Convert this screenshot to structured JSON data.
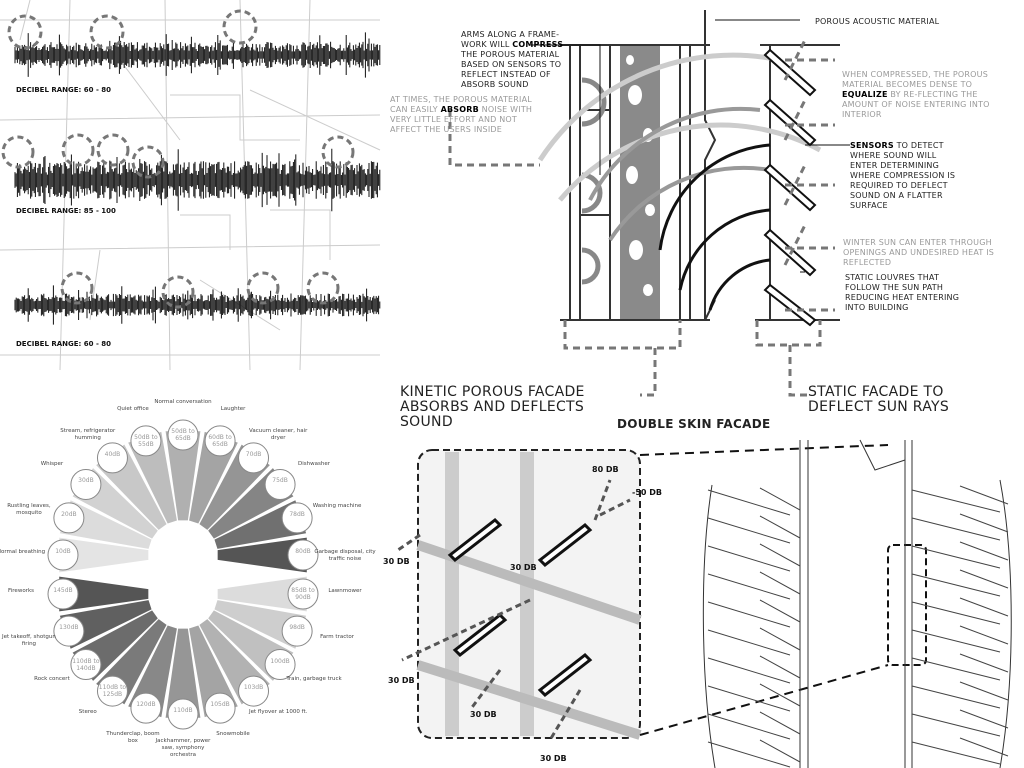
{
  "waveforms": {
    "labels": [
      "DECIBEL RANGE: 60 - 80",
      "DECIBEL RANGE: 85 - 100",
      "DECIBEL RANGE: 60 - 80"
    ]
  },
  "section": {
    "top_label": "POROUS ACOUSTIC MATERIAL",
    "arms_note": {
      "pre": "ARMS ALONG A FRAME-WORK WILL",
      "bold": "COMPRESS",
      "post": "THE POROUS MATERIAL BASED ON SENSORS TO REFLECT INSTEAD OF ABSORB SOUND"
    },
    "absorb_note": {
      "pre": "AT TIMES, THE POROUS MATERIAL CAN EASILY",
      "bold": "ABSORB",
      "post": "NOISE WITH VERY LITTLE EFFORT AND NOT AFFECT THE USERS INSIDE"
    },
    "compressed_note": {
      "pre": "WHEN COMPRESSED, THE POROUS MATERIAL BECOMES DENSE TO",
      "bold": "EQUALIZE",
      "post": "BY RE-FLECTING THE AMOUNT OF NOISE ENTERING INTO INTERIOR"
    },
    "sensors_note": {
      "bold": "SENSORS",
      "post": "TO DETECT WHERE SOUND WILL ENTER DETERMINING WHERE COMPRESSION IS REQUIRED TO DEFLECT SOUND ON A FLATTER SURFACE"
    },
    "winter_note": "WINTER SUN CAN ENTER THROUGH OPENINGS AND UNDESIRED HEAT IS REFLECTED",
    "louvres_note": "STATIC LOUVRES THAT FOLLOW THE SUN PATH REDUCING HEAT ENTERING INTO BUILDING",
    "kinetic_caption": "KINETIC POROUS FACADE ABSORBS AND DEFLECTS SOUND",
    "static_caption": "STATIC FACADE TO DEFLECT SUN RAYS",
    "title": "DOUBLE SKIN FACADE"
  },
  "decibel_chart": {
    "quiet": [
      {
        "value": "10dB",
        "label": "Normal breathing"
      },
      {
        "value": "20dB",
        "label": "Rustling leaves, mosquito"
      },
      {
        "value": "30dB",
        "label": "Whisper"
      },
      {
        "value": "40dB",
        "label": "Stream, refrigerator humming"
      },
      {
        "value": "50dB to 55dB",
        "label": "Quiet office"
      },
      {
        "value": "50dB to 65dB",
        "label": "Normal conversation"
      },
      {
        "value": "60dB to 65dB",
        "label": "Laughter"
      },
      {
        "value": "70dB",
        "label": "Vacuum cleaner, hair dryer"
      },
      {
        "value": "75dB",
        "label": "Dishwasher"
      },
      {
        "value": "78dB",
        "label": "Washing machine"
      },
      {
        "value": "80dB",
        "label": "Garbage disposal, city traffic noise"
      }
    ],
    "loud": [
      {
        "value": "145dB",
        "label": "Fireworks"
      },
      {
        "value": "130dB",
        "label": "Jet takeoff, shotgun firing"
      },
      {
        "value": "110dB to 140dB",
        "label": "Rock concert"
      },
      {
        "value": "110dB to 125dB",
        "label": "Stereo"
      },
      {
        "value": "120dB",
        "label": "Thunderclap, boom box"
      },
      {
        "value": "110dB",
        "label": "Jackhammer, power saw, symphony orchestra"
      },
      {
        "value": "105dB",
        "label": "Snowmobile"
      },
      {
        "value": "103dB",
        "label": "Jet flyover at 1000 ft."
      },
      {
        "value": "100dB",
        "label": "Train, garbage truck"
      },
      {
        "value": "98dB",
        "label": "Farm tractor"
      },
      {
        "value": "85dB to 90dB",
        "label": "Lawnmower"
      }
    ]
  },
  "louvre_detail": {
    "labels": [
      "80 DB",
      "-50 DB",
      "30 DB",
      "30 DB",
      "30 DB",
      "30 DB",
      "30 DB"
    ]
  }
}
